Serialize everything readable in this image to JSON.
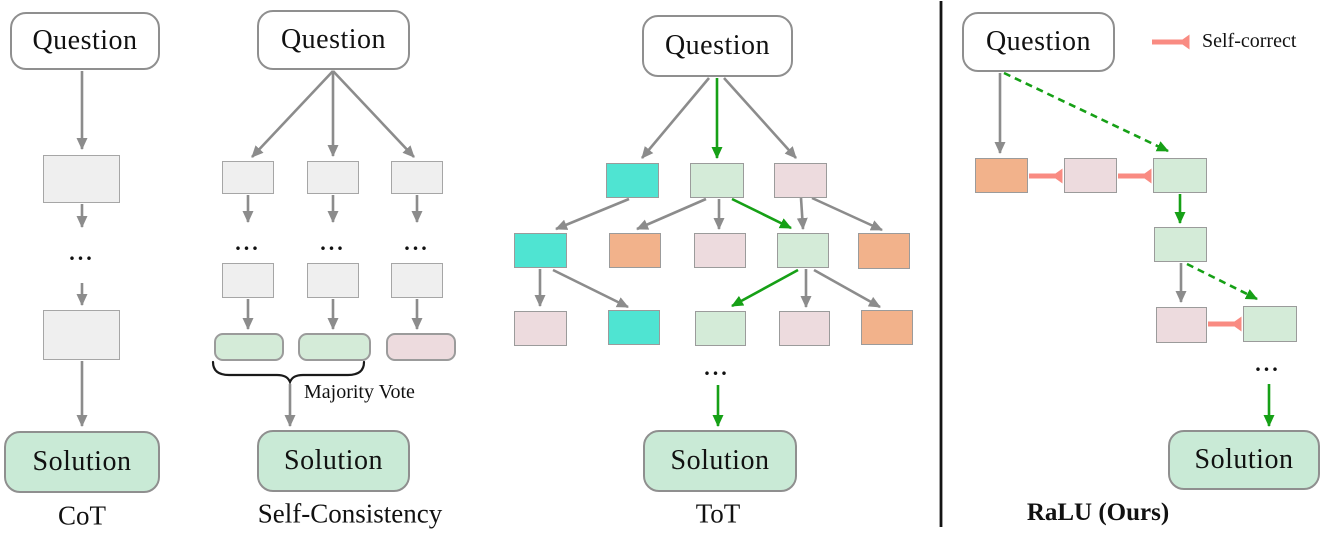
{
  "figure": {
    "type": "method-comparison-diagram",
    "panel_count": 4
  },
  "colors": {
    "arrow_gray": "#8c8c8c",
    "arrow_green": "#16a016",
    "arrow_salmon": "#f98b82",
    "node_gray": "#efefef",
    "node_cyan": "#4fe4d2",
    "node_green": "#d4ebd8",
    "node_pink": "#eddbde",
    "node_orange": "#f2b28b",
    "question_fill": "#ffffff",
    "solution_fill": "#c9ead6"
  },
  "panels": {
    "cot": {
      "question": "Question",
      "ellipsis": "...",
      "solution": "Solution",
      "label": "CoT"
    },
    "self_consistency": {
      "question": "Question",
      "ellipsis_1": "...",
      "ellipsis_2": "...",
      "ellipsis_3": "...",
      "majority_vote": "Majority Vote",
      "solution": "Solution",
      "label": "Self-Consistency",
      "result_pills": [
        "green",
        "green",
        "pink"
      ]
    },
    "tot": {
      "question": "Question",
      "ellipsis": "...",
      "solution": "Solution",
      "label": "ToT",
      "level_colors": [
        [
          "cyan",
          "green",
          "pink"
        ],
        [
          "cyan",
          "orange",
          "pink",
          "green",
          "orange"
        ],
        [
          "pink",
          "cyan",
          "green",
          "pink",
          "orange"
        ]
      ]
    },
    "ralu": {
      "question": "Question",
      "legend_self_correct": "Self-correct",
      "ellipsis": "...",
      "solution": "Solution",
      "label": "RaLU (Ours)",
      "row_colors": [
        [
          "orange",
          "pink",
          "green"
        ],
        [
          "green"
        ],
        [
          "pink",
          "green"
        ]
      ]
    }
  }
}
